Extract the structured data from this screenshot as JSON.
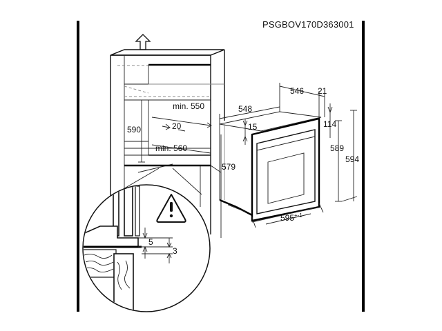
{
  "drawing_code": "PSGBOV170D363001",
  "icons": [
    "up-arrow-icon",
    "warning-triangle-icon"
  ],
  "dimensions": {
    "cabinet_width_min": "min. 550",
    "cabinet_height": "590",
    "rear_gap": "20",
    "cabinet_bottom_width_min": "min. 560",
    "oven_depth": "548",
    "oven_body_depth": "546",
    "front_panel_depth": "21",
    "top_offset": "15",
    "upper_offset": "114",
    "body_height": "589",
    "total_height": "594",
    "side_height": "579",
    "front_width": "595",
    "front_width_tolerance": "+-1",
    "detail_gap_5": "5",
    "detail_gap_3": "3"
  }
}
